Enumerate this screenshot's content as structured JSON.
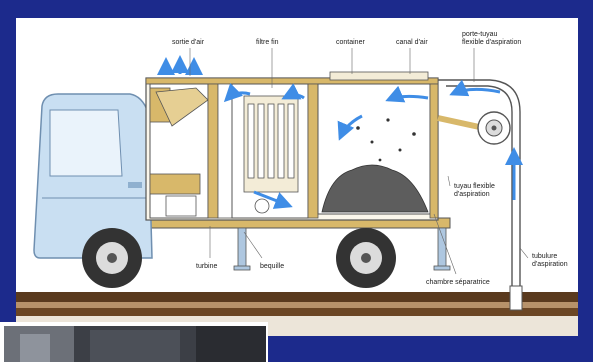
{
  "labels": {
    "sortie_air": "sortie d'air",
    "filtre_fin": "filtre fin",
    "container": "container",
    "canal_air": "canal d'air",
    "porte_tuyau_1": "porte-tuyau",
    "porte_tuyau_2": "flexible d'aspiration",
    "tuyau_flexible_1": "tuyau flexible",
    "tuyau_flexible_2": "d'aspiration",
    "tubulure_1": "tubulure",
    "tubulure_2": "d'aspiration",
    "turbine": "turbine",
    "bequille": "bequille",
    "chambre": "chambre séparatrice"
  },
  "colors": {
    "frame": "#1c2a8c",
    "panel": "#ffffff",
    "cab": "#c9dff2",
    "tan": "#d8b86a",
    "airflow": "#3f8de6",
    "ground": "#5a3a1e"
  }
}
